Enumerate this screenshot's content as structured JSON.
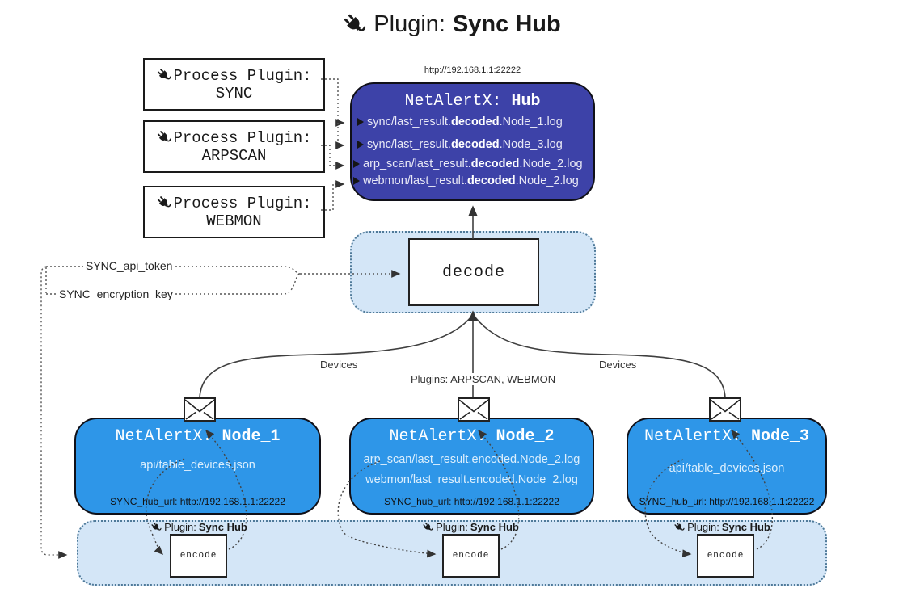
{
  "title": {
    "prefix": "Plugin:",
    "name": "Sync Hub"
  },
  "process_plugins": [
    {
      "label": "Process Plugin:",
      "name": "SYNC"
    },
    {
      "label": "Process Plugin:",
      "name": "ARPSCAN"
    },
    {
      "label": "Process Plugin:",
      "name": "WEBMON"
    }
  ],
  "hub": {
    "url": "http://192.168.1.1:22222",
    "title_prefix": "NetAlertX:",
    "title_name": "Hub",
    "lines": [
      {
        "pre": "sync/last_result.",
        "bold": "decoded",
        "post": ".Node_1.log"
      },
      {
        "pre": "sync/last_result.",
        "bold": "decoded",
        "post": ".Node_3.log"
      },
      {
        "pre": "arp_scan/last_result.",
        "bold": "decoded",
        "post": ".Node_2.log"
      },
      {
        "pre": "webmon/last_result.",
        "bold": "decoded",
        "post": ".Node_2.log"
      }
    ]
  },
  "decode_label": "decode",
  "config": {
    "api_token": "SYNC_api_token",
    "encryption_key": "SYNC_encryption_key"
  },
  "edges": {
    "left_devices": "Devices",
    "right_devices": "Devices",
    "plugins": "Plugins: ARPSCAN, WEBMON"
  },
  "nodes": [
    {
      "title_prefix": "NetAlertX:",
      "title_name": "Node_1",
      "lines": [
        "api/table_devices.json"
      ],
      "hub_url": "SYNC_hub_url: http://192.168.1.1:22222"
    },
    {
      "title_prefix": "NetAlertX:",
      "title_name": "Node_2",
      "lines": [
        "arp_scan/last_result.encoded.Node_2.log",
        "webmon/last_result.encoded.Node_2.log"
      ],
      "hub_url": "SYNC_hub_url: http://192.168.1.1:22222"
    },
    {
      "title_prefix": "NetAlertX:",
      "title_name": "Node_3",
      "lines": [
        "api/table_devices.json"
      ],
      "hub_url": "SYNC_hub_url: http://192.168.1.1:22222"
    }
  ],
  "encoders": [
    {
      "label_prefix": "Plugin:",
      "label_name": "Sync Hub",
      "box": "encode"
    },
    {
      "label_prefix": "Plugin:",
      "label_name": "Sync Hub",
      "box": "encode"
    },
    {
      "label_prefix": "Plugin:",
      "label_name": "Sync Hub",
      "box": "encode"
    }
  ],
  "icons": {
    "plug": "plug-icon",
    "envelope": "envelope-icon",
    "arrow": "arrow-right-icon"
  },
  "colors": {
    "hub_bg": "#3d42a8",
    "node_bg": "#2e96e8",
    "panel_bg": "#d4e6f7",
    "panel_border": "#4f7a99",
    "line": "#3f3f3f"
  }
}
